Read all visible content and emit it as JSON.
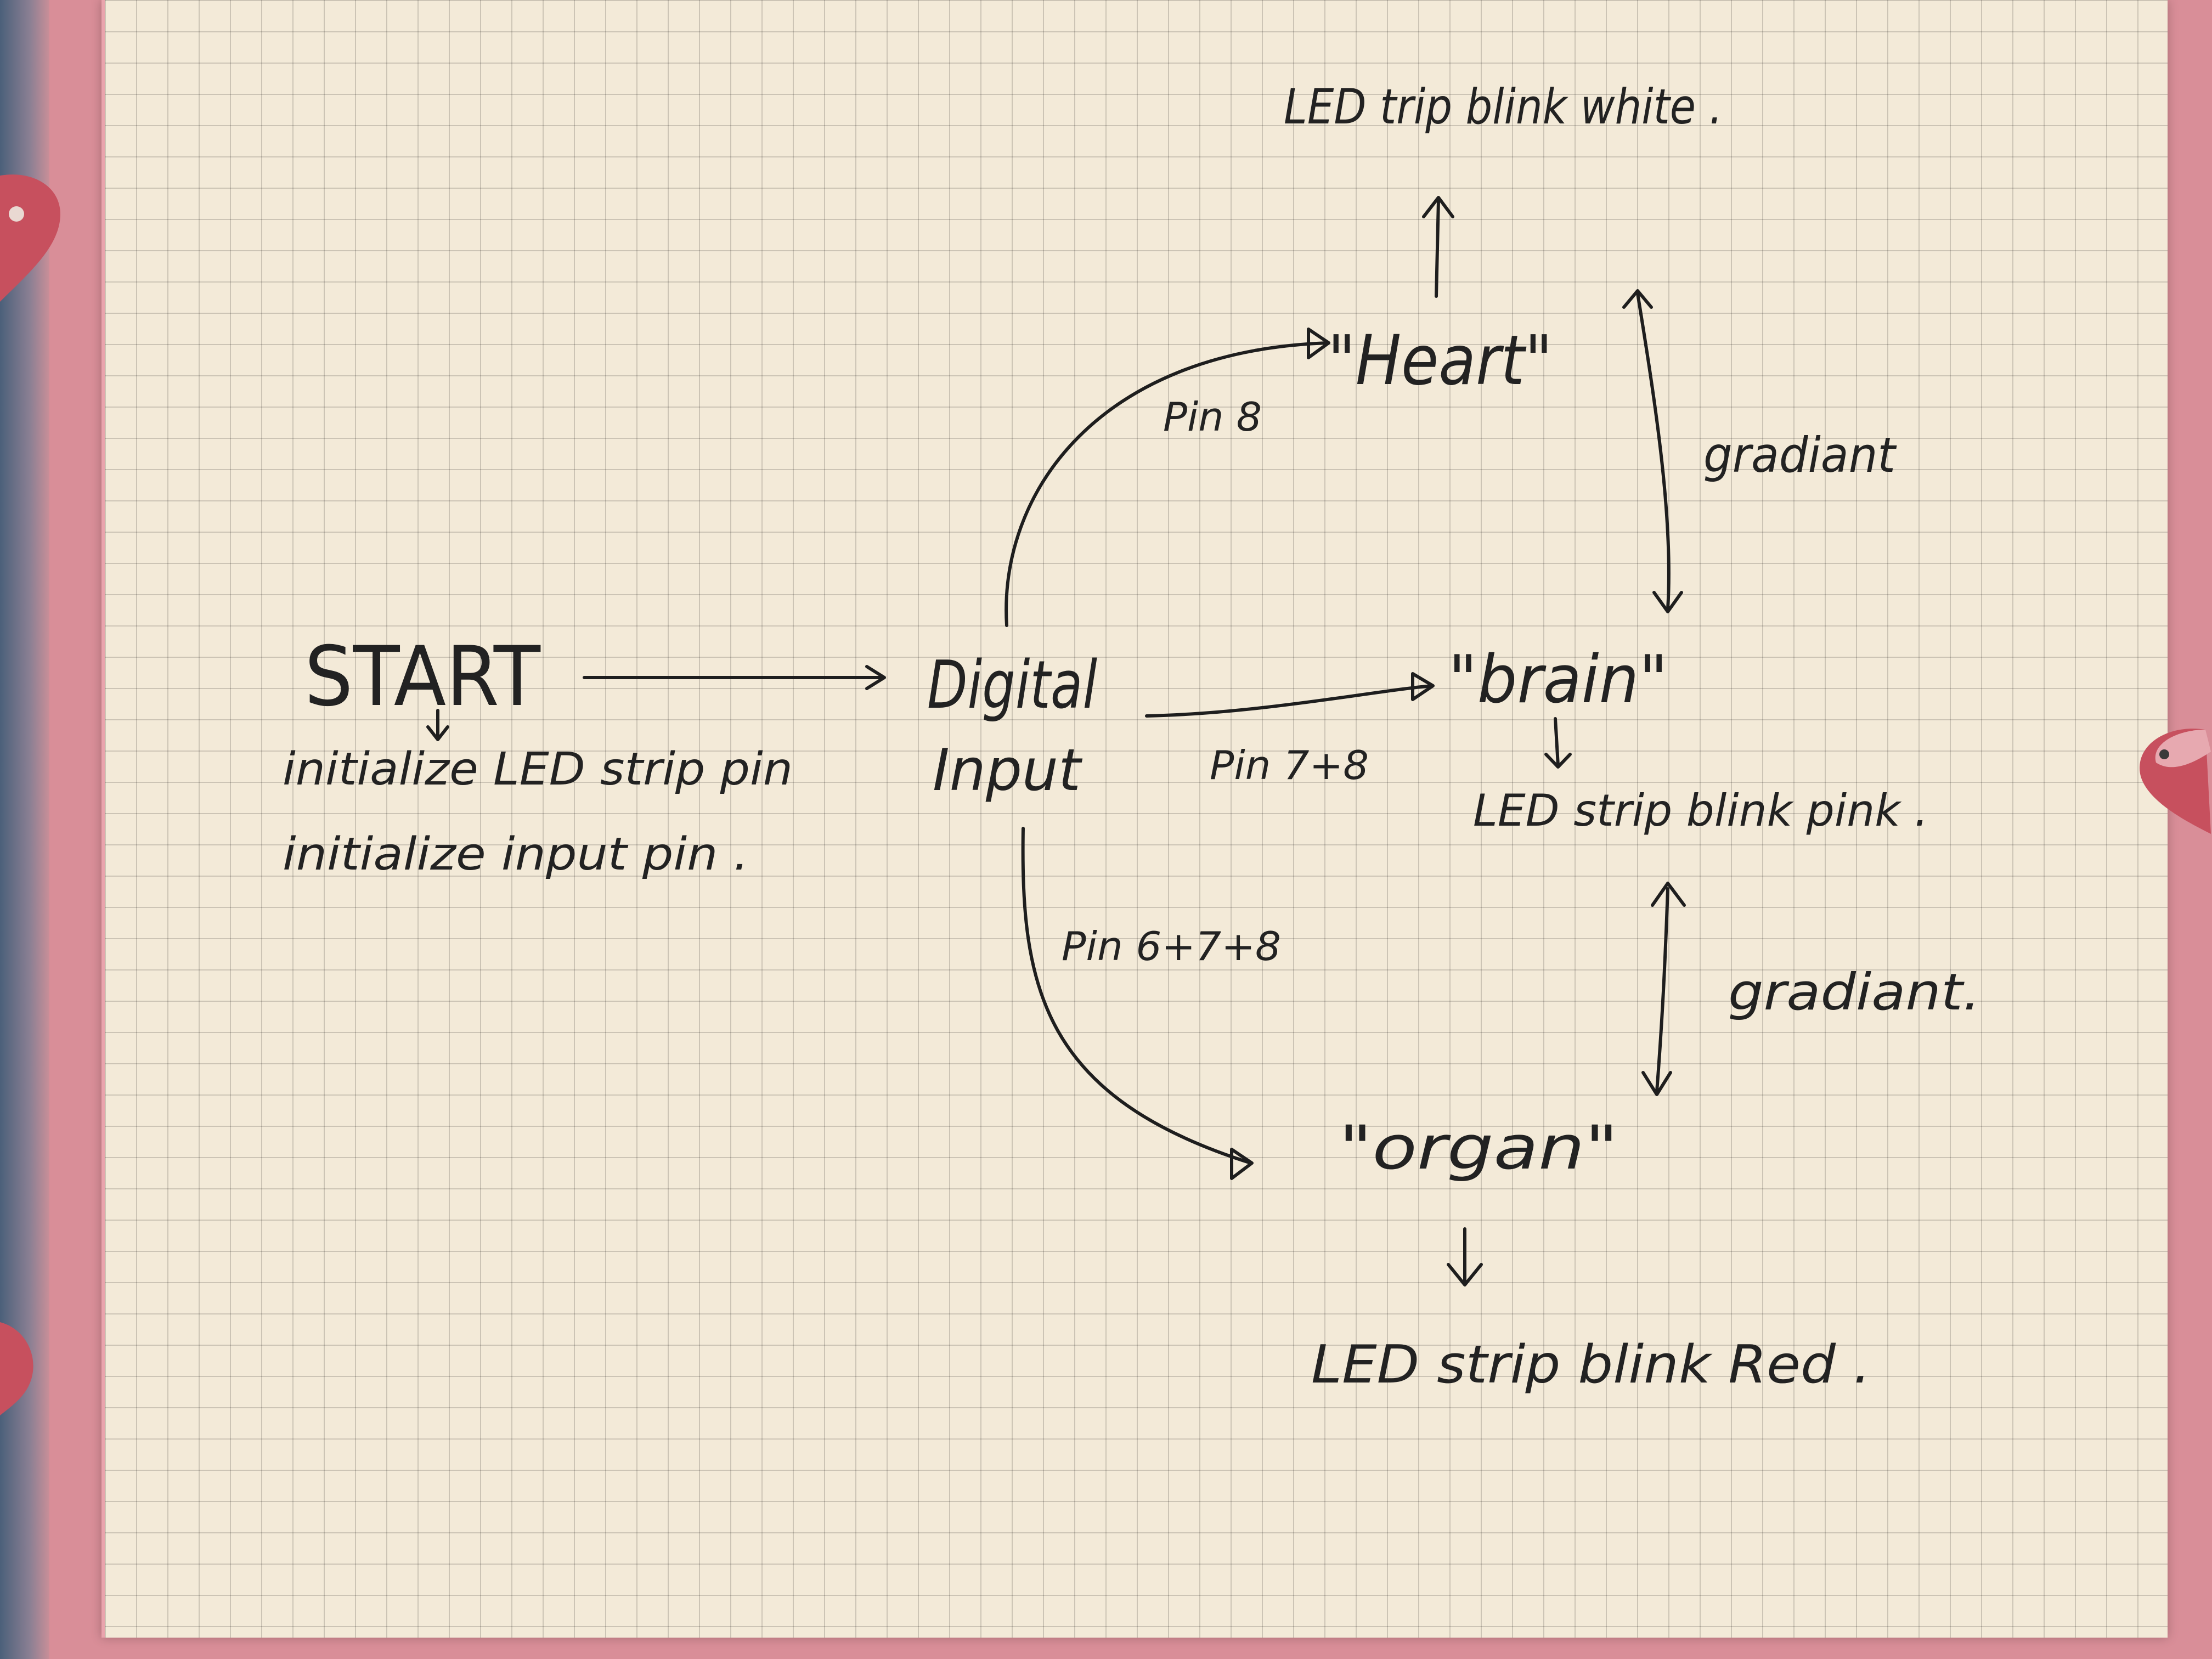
{
  "nodes": {
    "start": "START",
    "start_step_1": "initialize LED strip pin",
    "start_step_2": "initialize input pin .",
    "digital_input_line1": "Digital",
    "digital_input_line2": "Input",
    "heart": "\"Heart\"",
    "brain": "\"brain\"",
    "organ": "\"organ\"",
    "heart_action": "LED trip blink white .",
    "brain_action": "LED strip blink pink .",
    "organ_action": "LED strip blink Red ."
  },
  "edges": {
    "to_heart": "Pin 8",
    "to_brain": "Pin 7+8",
    "to_organ": "Pin 6+7+8",
    "heart_brain": "gradiant",
    "brain_organ": "gradiant."
  },
  "colors": {
    "ink": "#1e1e1e",
    "paper": "#f3ead8",
    "grid": "#c9c1b2",
    "cover": "#d98e98",
    "sticker": "#c7505e"
  },
  "icons": {
    "arrow": "arrow-icon",
    "double_arrow": "double-arrow-icon",
    "heart_sticker": "heart-sticker-icon"
  }
}
